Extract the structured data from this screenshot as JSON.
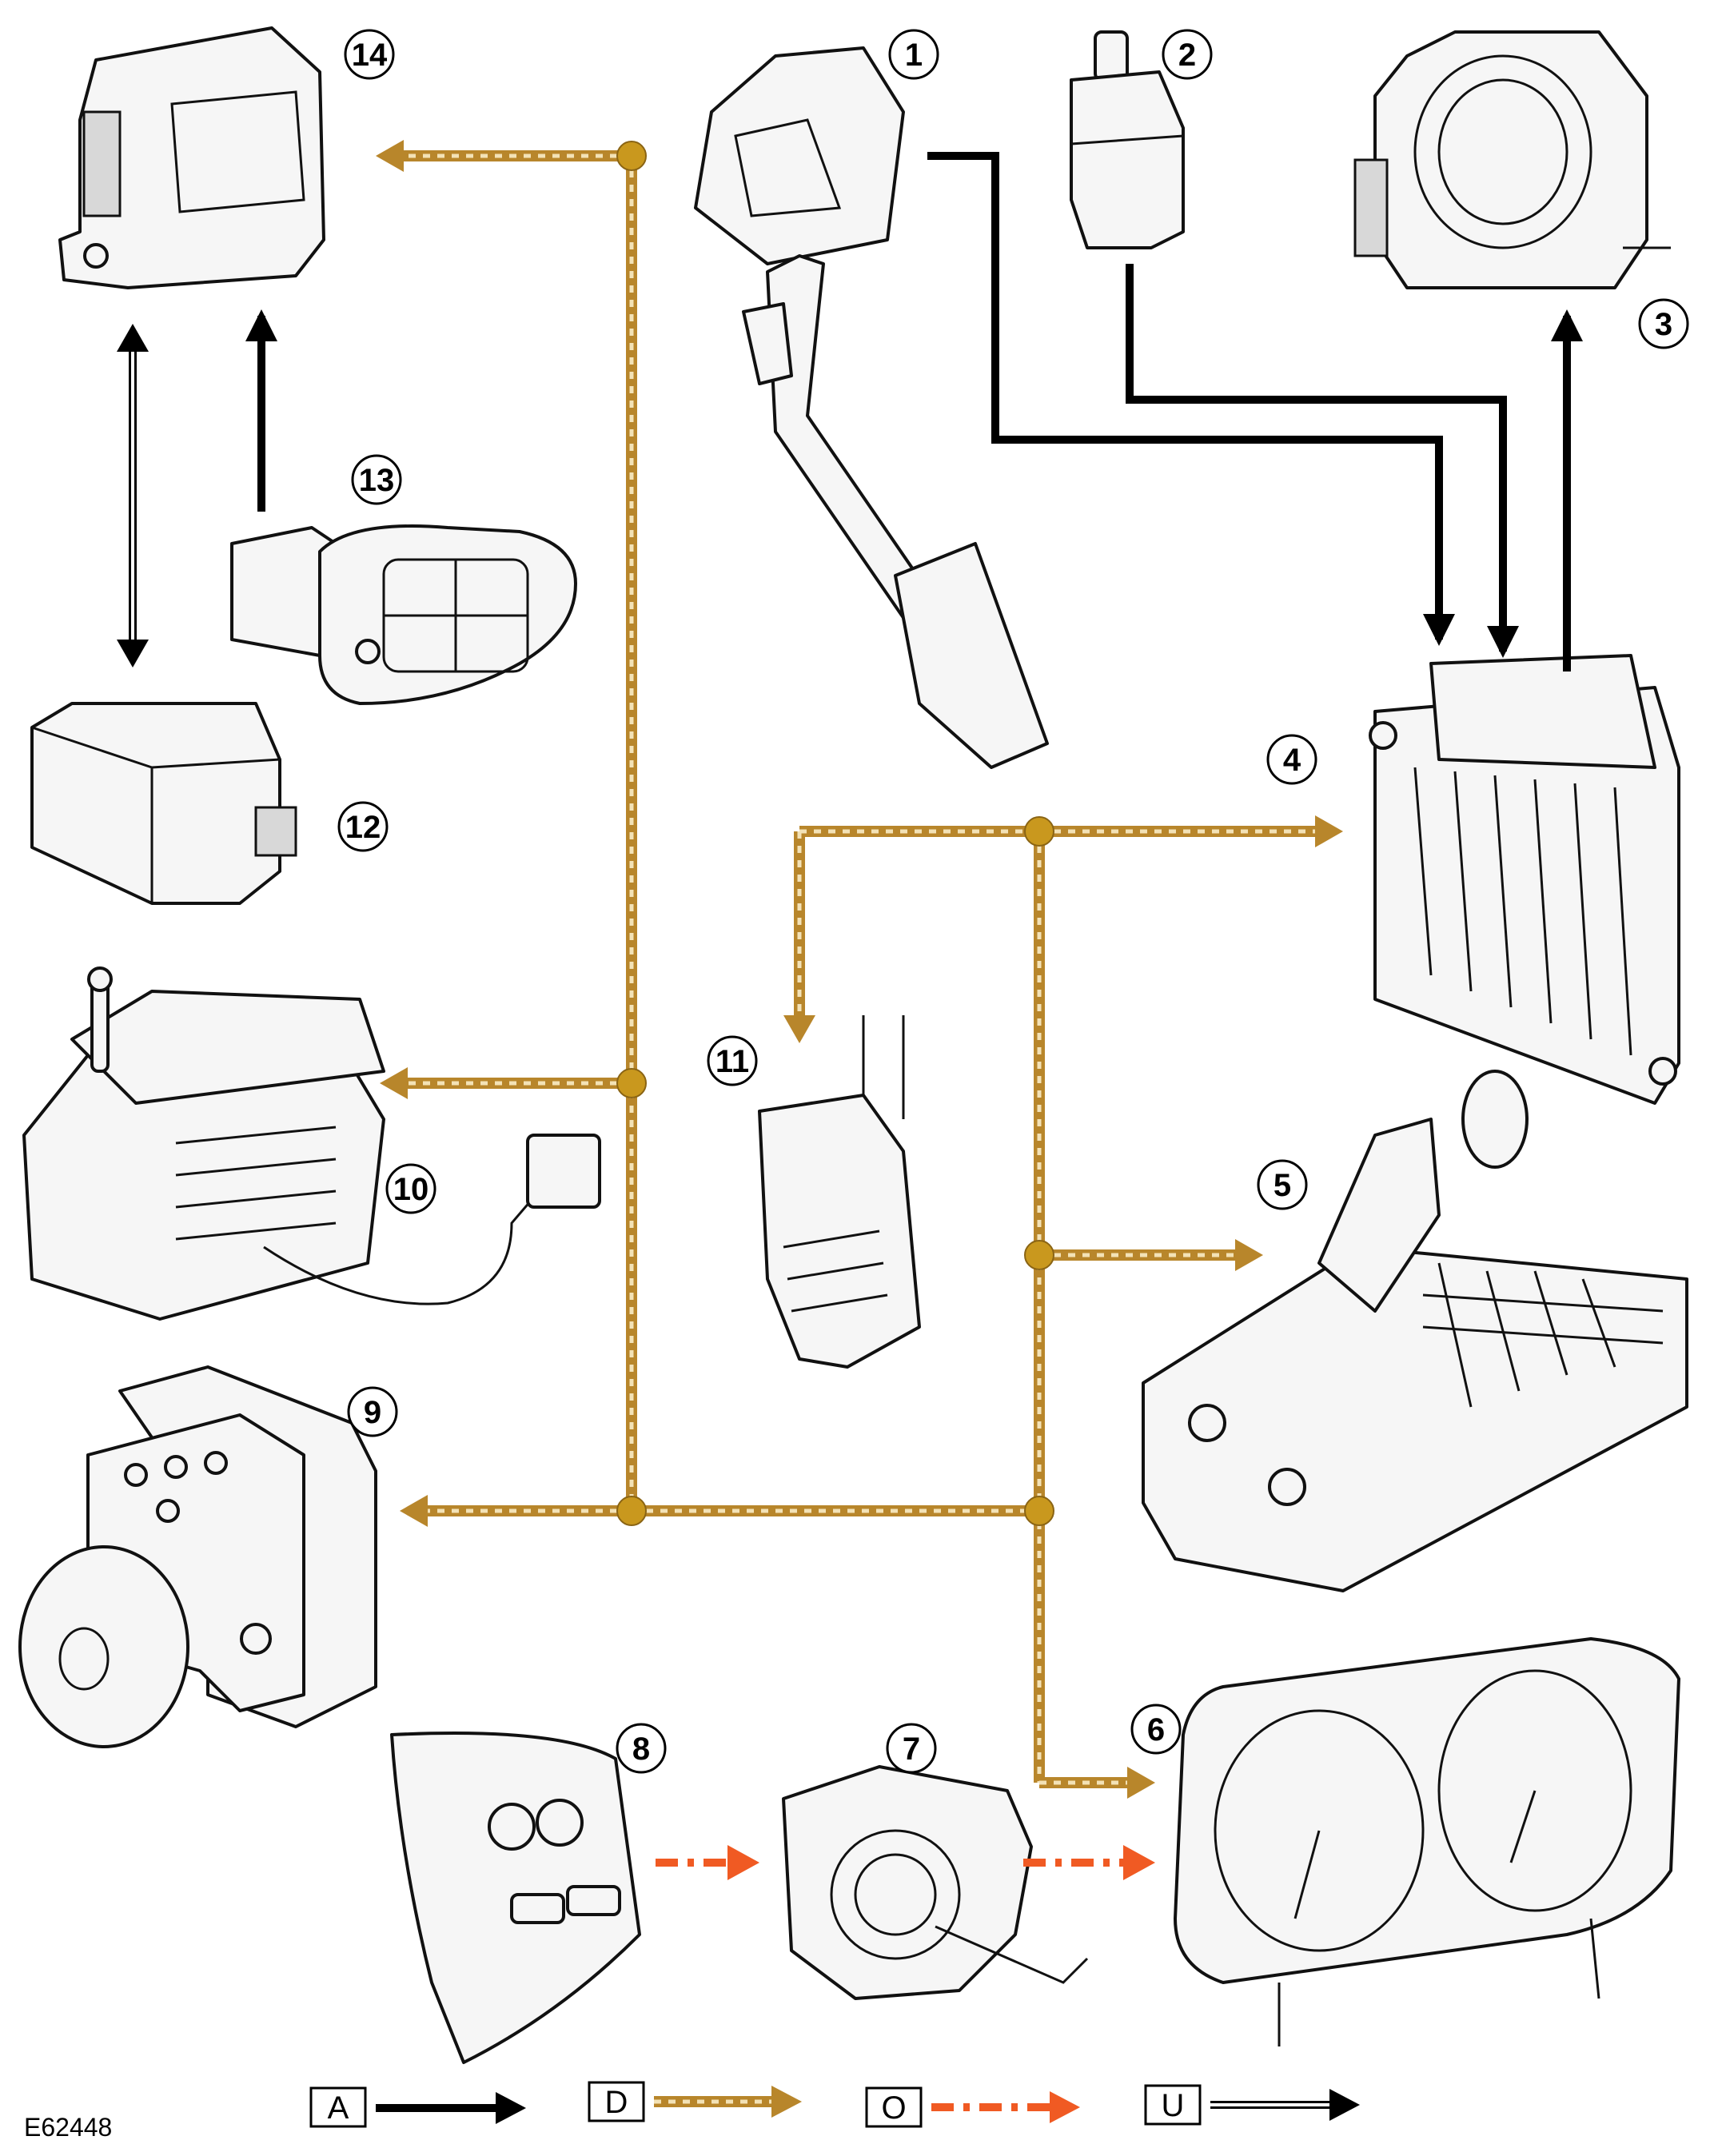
{
  "diagram_id": "E62448",
  "component_numbers": [
    "1",
    "2",
    "3",
    "4",
    "5",
    "6",
    "7",
    "8",
    "9",
    "10",
    "11",
    "12",
    "13",
    "14"
  ],
  "legend": [
    {
      "key": "A",
      "style": "solid-black"
    },
    {
      "key": "D",
      "style": "gold-dotted"
    },
    {
      "key": "O",
      "style": "orange-dash-dot"
    },
    {
      "key": "U",
      "style": "double-outline"
    }
  ],
  "colors": {
    "solid": "#000000",
    "gold": "#b8862b",
    "gold_light": "#f3e2b6",
    "orange": "#f05a23",
    "node": "#c9981e"
  },
  "icons": [
    "pedal-icon",
    "switch-icon",
    "throttle-body-icon",
    "ecm-icon",
    "valve-body-icon",
    "cluster-icon",
    "clockspring-icon",
    "steering-switch-icon",
    "abs-module-icon",
    "gear-selector-icon",
    "connector-icon",
    "module-12-icon",
    "module-13-icon",
    "module-14-icon"
  ]
}
